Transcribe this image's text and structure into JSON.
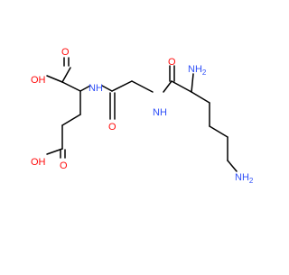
{
  "molecule": {
    "atom_labels": {
      "o_acid1_carbonyl": "O",
      "oh_acid1": "OH",
      "nh_amide1": "NH",
      "o_amide1": "O",
      "nh_amide2": "NH",
      "o_amide2": "O",
      "nh2_alpha": "NH",
      "nh2_alpha_sub": "2",
      "oh_acid2": "OH",
      "o_acid2_carbonyl": "O",
      "nh2_terminal": "NH",
      "nh2_terminal_sub": "2"
    },
    "colors": {
      "oxygen": "#ff0d0d",
      "nitrogen": "#3050f8",
      "bond": "#000000"
    }
  }
}
